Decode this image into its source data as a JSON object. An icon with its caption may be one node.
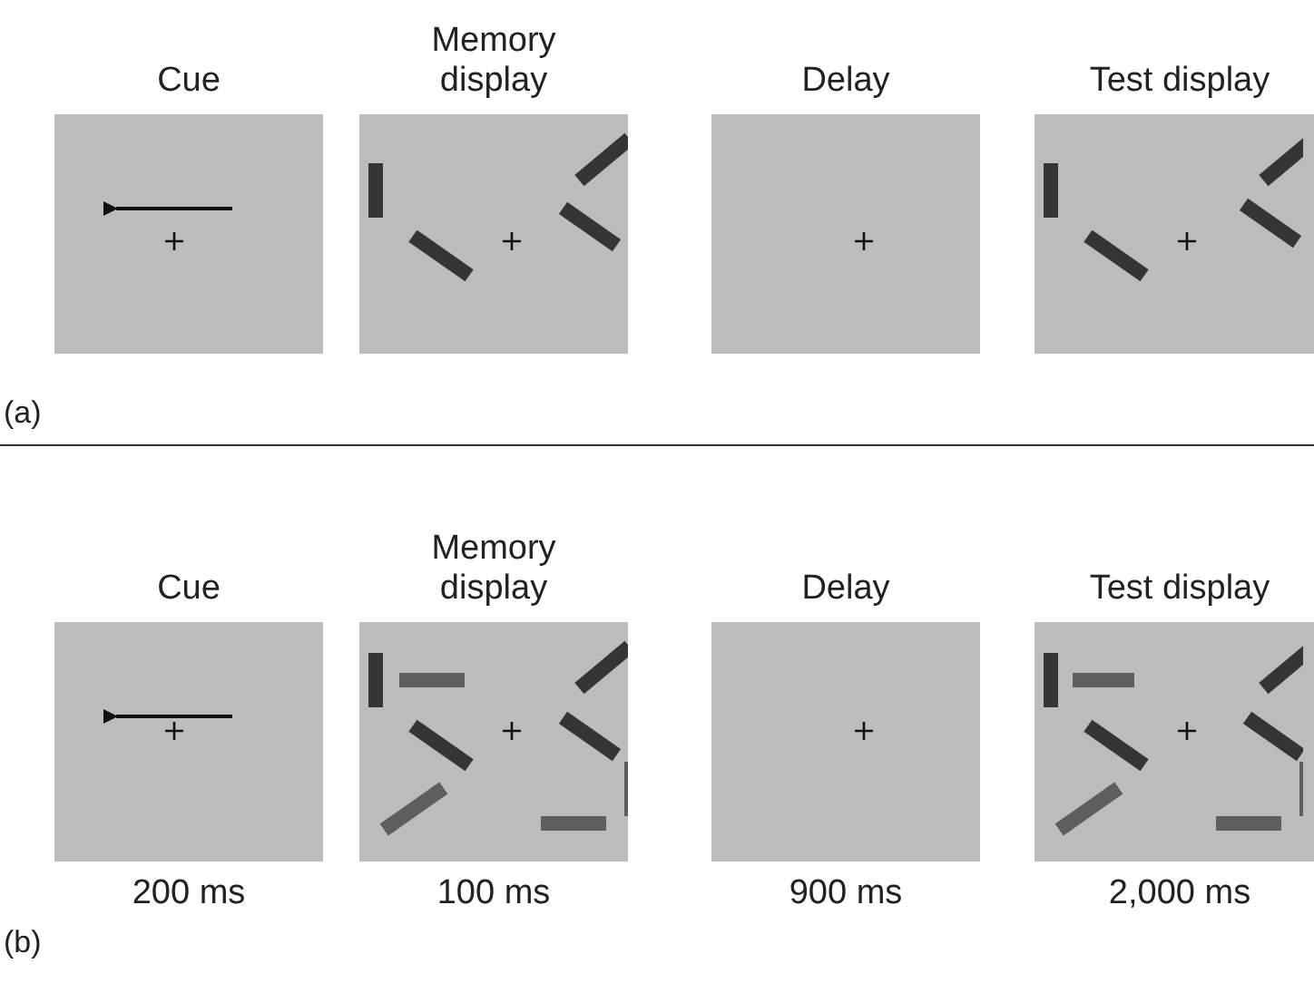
{
  "diagram": {
    "nodes": [
      {
        "text": [
          "Cue"
        ]
      },
      {
        "text": [
          "Memory display"
        ]
      },
      {
        "text": [
          "Delay"
        ]
      },
      {
        "text": [
          "Test display"
        ]
      },
      {
        "text": [
          "Cue"
        ],
        "beside": [
          "200 ms"
        ]
      },
      {
        "text": [
          "Memory display"
        ],
        "beside": [
          "100 ms"
        ]
      },
      {
        "text": [
          "Delay"
        ],
        "beside": [
          "900 ms"
        ]
      },
      {
        "text": [
          "Test display"
        ],
        "beside": [
          "2,000 ms"
        ]
      }
    ],
    "labels": [
      "(a)",
      "(b)"
    ]
  }
}
